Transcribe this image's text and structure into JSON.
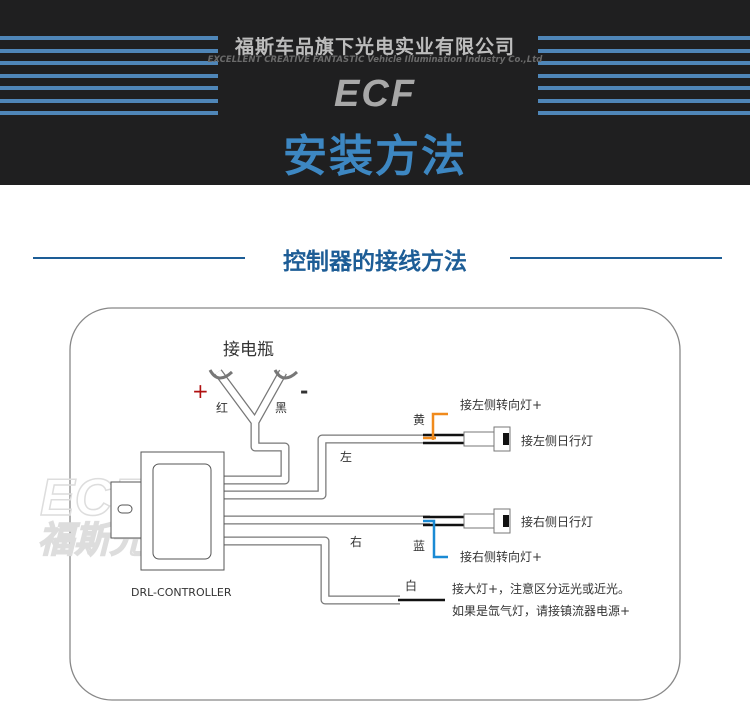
{
  "header": {
    "company": "福斯车品旗下光电实业有限公司",
    "company_en": "EXCELLENT CREATIVE FANTASTIC Vehicle Illumination Industry Co.,Ltd",
    "logo": "ECF",
    "title": "安装方法"
  },
  "section": {
    "title": "控制器的接线方法"
  },
  "diagram": {
    "battery": "接电瓶",
    "plus": "+",
    "minus": "-",
    "red": "红",
    "black": "黑",
    "controller": "DRL-CONTROLLER",
    "left": "左",
    "right": "右",
    "yellow": "黄",
    "blue": "蓝",
    "white": "白",
    "left_turn": "接左侧转向灯+",
    "left_drl": "接左侧日行灯",
    "right_drl": "接右侧日行灯",
    "right_turn": "接右侧转向灯+",
    "headlight_1": "接大灯+，注意区分远光或近光。",
    "headlight_2": "如果是氙气灯，请接镇流器电源+",
    "watermark_logo": "ECF",
    "watermark_text": "福斯光電"
  },
  "colors": {
    "header_bg": "#1f1f20",
    "accent_blue": "#3d87c2",
    "section_blue": "#1d5d96",
    "yellow_wire": "#f08a1c",
    "blue_wire": "#1a8ad4",
    "plus_red": "#b01010"
  }
}
